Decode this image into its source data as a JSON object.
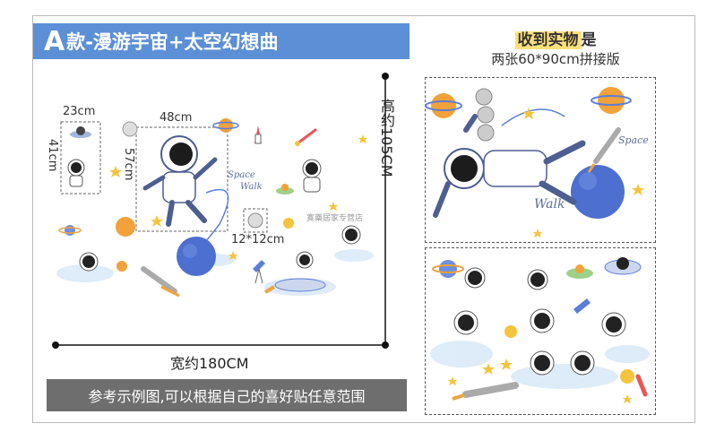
{
  "header": {
    "title_letter": "A",
    "title_rest": "款-漫游宇宙+太空幻想曲",
    "right_title_highlight": "收到实物",
    "right_title_rest": "是",
    "right_subtitle": "两张60*90cm拼接版"
  },
  "dimensions": {
    "width_label": "宽约180CM",
    "height_label": "高约105CM",
    "label_23": "23cm",
    "label_41": "41cm",
    "label_48": "48cm",
    "label_57": "57cm",
    "label_12": "12*12cm"
  },
  "decor": {
    "space_text": "Space",
    "walk_text": "Walk",
    "watermark": "寞藥居家专营店"
  },
  "footer": {
    "caption": "参考示例图,可以根据自己的喜好贴任意范围"
  },
  "colors": {
    "title_bar": "#5b8fd6",
    "caption_bg": "#6e6e6e",
    "highlight": "#ffe07a",
    "planet_blue": "#4d6fcf",
    "planet_orange": "#f1a23a"
  }
}
